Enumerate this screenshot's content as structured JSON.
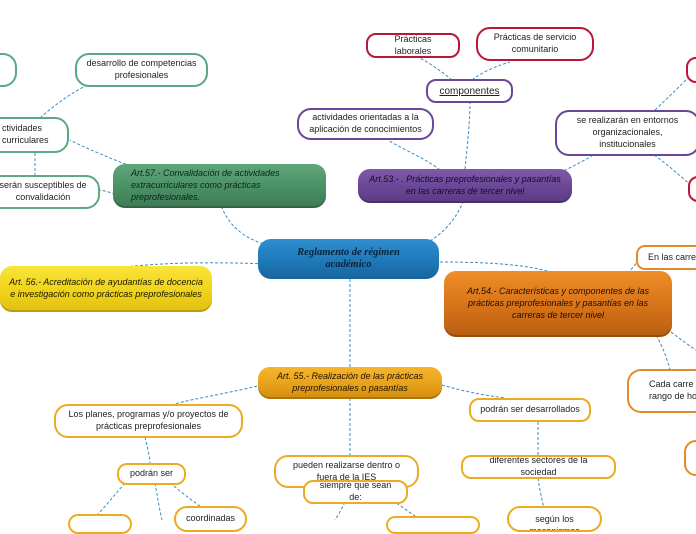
{
  "central": {
    "label": "Reglamento de régimen académico"
  },
  "topics": {
    "art53": "Art.53.- . Prácticas preprofesionales y pasantías en las carreras de tercer nivel",
    "art57": "Art.57.- Convalidación de actividades extracurriculares como prácticas preprofesionales.",
    "art56": "Art. 56.- Acreditación de ayudantías de docencia e investigación como prácticas preprofesionales",
    "art54": "Art.54.- Características y componentes de las prácticas preprofesionales y pasantías en las carreras de tercer nivel",
    "art55": "Art. 55.- Realización de las prácticas preprofesionales o pasantías"
  },
  "art53_branch": {
    "componentes": "componentes",
    "practicas_laborales": "Prácticas laborales",
    "practicas_servicio": "Prácticas de servicio comunitario",
    "actividades_orientadas": "actividades orientadas a la aplicación de conocimientos",
    "entornos": "se realizarán en entornos organizacionales, institucionales"
  },
  "art57_branch": {
    "desarrollo": "desarrollo de competencias profesionales",
    "actividades": "ctividades curriculares",
    "susceptibles": "serán susceptibles de convalidación"
  },
  "art54_branch": {
    "en_las_carreras": "En las carre",
    "cada_carrera": "Cada carre rango de ho"
  },
  "art55_branch": {
    "planes": "Los planes, programas y/o proyectos de prácticas preprofesionales",
    "podran_ser": "podrán ser",
    "coordinadas": "coordinadas",
    "pueden_realizarse": "pueden realizarse dentro o fuera de la IES",
    "siempre_que": "siempre que sean de:",
    "podran_desarrollados": "podrán ser desarrollados",
    "sectores": "diferentes sectores de la sociedad",
    "mecanismos": "según los mecanismos"
  },
  "colors": {
    "central": "#1e79b8",
    "art53": "#6a4796",
    "art57": "#4a8f64",
    "art56": "#f0d31a",
    "art54": "#d8741a",
    "art55": "#e8a11a",
    "red": "#b8173a",
    "connector": "#3a8cc4"
  }
}
